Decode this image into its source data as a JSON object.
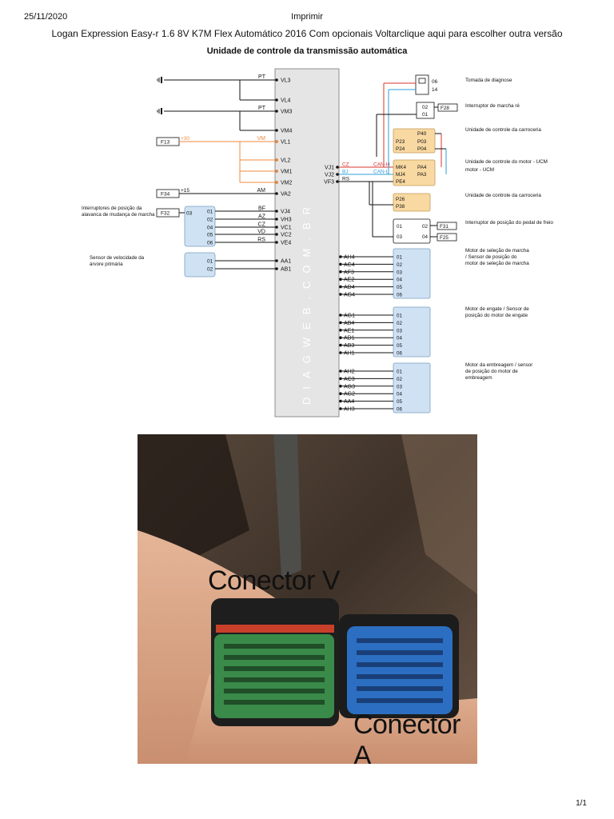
{
  "header": {
    "date": "25/11/2020",
    "print_label": "Imprimir",
    "page": "1/1"
  },
  "document": {
    "title": "Logan Expression Easy-r 1.6 8V K7M Flex Automático 2016 Com opcionais Voltarclique aqui para escolher outra versão",
    "diagram_title": "Unidade de controle da transmissão automática"
  },
  "diagram": {
    "watermark": "DIAGWEB.COM.BR",
    "left_pins": [
      {
        "pin": "VL3",
        "wire": "PT"
      },
      {
        "pin": "VL4",
        "wire": ""
      },
      {
        "pin": "VM3",
        "wire": "PT"
      },
      {
        "pin": "VM4",
        "wire": ""
      },
      {
        "pin": "VL1",
        "wire": "VM"
      },
      {
        "pin": "VL2",
        "wire": ""
      },
      {
        "pin": "VM1",
        "wire": ""
      },
      {
        "pin": "VM2",
        "wire": ""
      },
      {
        "pin": "VA2",
        "wire": "AM"
      },
      {
        "pin": "VJ4",
        "wire": "BF"
      },
      {
        "pin": "VH3",
        "wire": "AZ"
      },
      {
        "pin": "VC1",
        "wire": "CZ"
      },
      {
        "pin": "VC2",
        "wire": "VD"
      },
      {
        "pin": "VE4",
        "wire": "RS"
      },
      {
        "pin": "AA1",
        "wire": ""
      },
      {
        "pin": "AB1",
        "wire": ""
      }
    ],
    "fuses": {
      "f13": "F13",
      "f13_label": "+30",
      "f34": "F34",
      "f34_label": "+15",
      "f32": "F32",
      "f28": "F28",
      "f31": "F31",
      "f25": "F25"
    },
    "switch_pins": {
      "s03": "03",
      "p01": "01",
      "p02": "02",
      "p04": "04",
      "p05": "05",
      "p06": "06"
    },
    "speed_pins": [
      "01",
      "02"
    ],
    "left_labels": {
      "interruptores": "Interruptores de posição da alavanca de mudança de marcha",
      "sensor": "Sensor de velocidade da árvore primária"
    },
    "right_pins_top": [
      {
        "pin": "VJ1",
        "wire": "CZ",
        "bus": "CAN-H"
      },
      {
        "pin": "VJ2",
        "wire": "BJ",
        "bus": "CAN-L"
      },
      {
        "pin": "VF3",
        "wire": "RS",
        "bus": ""
      }
    ],
    "right_groups": [
      {
        "pins": [
          "AH4",
          "AC4",
          "AF3",
          "AE2",
          "AD4",
          "AG4"
        ],
        "label": "Motor de seleção de marcha / Sensor de posição do motor de seleção de marcha"
      },
      {
        "pins": [
          "AG1",
          "AB4",
          "AE1",
          "AD1",
          "AB3",
          "AH1"
        ],
        "label": "Motor de engate / Sensor de posição do motor de engate"
      },
      {
        "pins": [
          "AH2",
          "AC3",
          "AG3",
          "AG2",
          "AA4",
          "AH3"
        ],
        "label": "Motor da embreagem / sensor de posição do motor de embreagem"
      }
    ],
    "six_pins": [
      "01",
      "02",
      "03",
      "04",
      "05",
      "06"
    ],
    "top_right": {
      "diag_pins": [
        "06",
        "14"
      ],
      "diag_label": "Tomada de diagnose",
      "re_pins": [
        "02",
        "01"
      ],
      "re_label": "Interruptor de marcha ré",
      "ucc1_pins": {
        "p40": "P40",
        "p23": "P23",
        "p03": "P03",
        "p24": "P24",
        "p04": "P04"
      },
      "ucc1_label": "Unidade de controle da carroceria",
      "ucm_pins": {
        "mk4": "MK4",
        "pa4": "PA4",
        "mj4": "MJ4",
        "pa3": "PA3",
        "pe4": "PE4"
      },
      "ucm_label": "Unidade de controle do motor - UCM",
      "ucc2_pins": {
        "p26": "P26",
        "p38": "P38"
      },
      "ucc2_label": "Unidade de controle da carroceria",
      "freio_pins": [
        "01",
        "03",
        "02",
        "04"
      ],
      "freio_label": "Interruptor de posição do pedal de freio"
    },
    "colors": {
      "orange": "#f08a3c",
      "red": "#d8342c",
      "blue": "#2e9fd8",
      "box_blue": "#cfe2f3",
      "box_orange": "#f9d9a2",
      "ecu": "#e5e5e5"
    }
  },
  "photo": {
    "label_v": "Conector V",
    "label_a": "Conector A"
  }
}
